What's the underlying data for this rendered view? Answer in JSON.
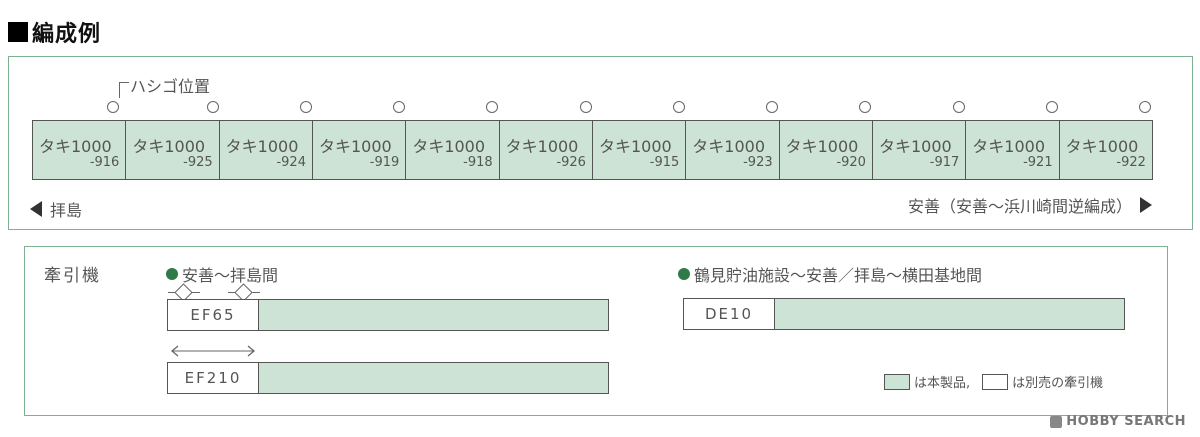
{
  "title": "編成例",
  "ladder_label": "ハシゴ位置",
  "cars": [
    {
      "type": "タキ1000",
      "number": "-916"
    },
    {
      "type": "タキ1000",
      "number": "-925"
    },
    {
      "type": "タキ1000",
      "number": "-924"
    },
    {
      "type": "タキ1000",
      "number": "-919"
    },
    {
      "type": "タキ1000",
      "number": "-918"
    },
    {
      "type": "タキ1000",
      "number": "-926"
    },
    {
      "type": "タキ1000",
      "number": "-915"
    },
    {
      "type": "タキ1000",
      "number": "-923"
    },
    {
      "type": "タキ1000",
      "number": "-920"
    },
    {
      "type": "タキ1000",
      "number": "-917"
    },
    {
      "type": "タキ1000",
      "number": "-921"
    },
    {
      "type": "タキ1000",
      "number": "-922"
    }
  ],
  "direction": {
    "left": "拝島",
    "right": "安善（安善～浜川崎間逆編成）"
  },
  "locomotive_section": {
    "heading": "牽引機",
    "route_1": "安善～拝島間",
    "route_2": "鶴見貯油施設～安善／拝島～横田基地間",
    "locos": {
      "ef65": "EF65",
      "ef210": "EF210",
      "de10": "DE10"
    }
  },
  "legend": {
    "product": "は本製品,",
    "separate": "は別売の牽引機"
  },
  "watermark": "HOBBY SEARCH",
  "colors": {
    "product_fill": "#cce3d5",
    "frame_border": "#7fb08f",
    "dot": "#2e7a49"
  }
}
